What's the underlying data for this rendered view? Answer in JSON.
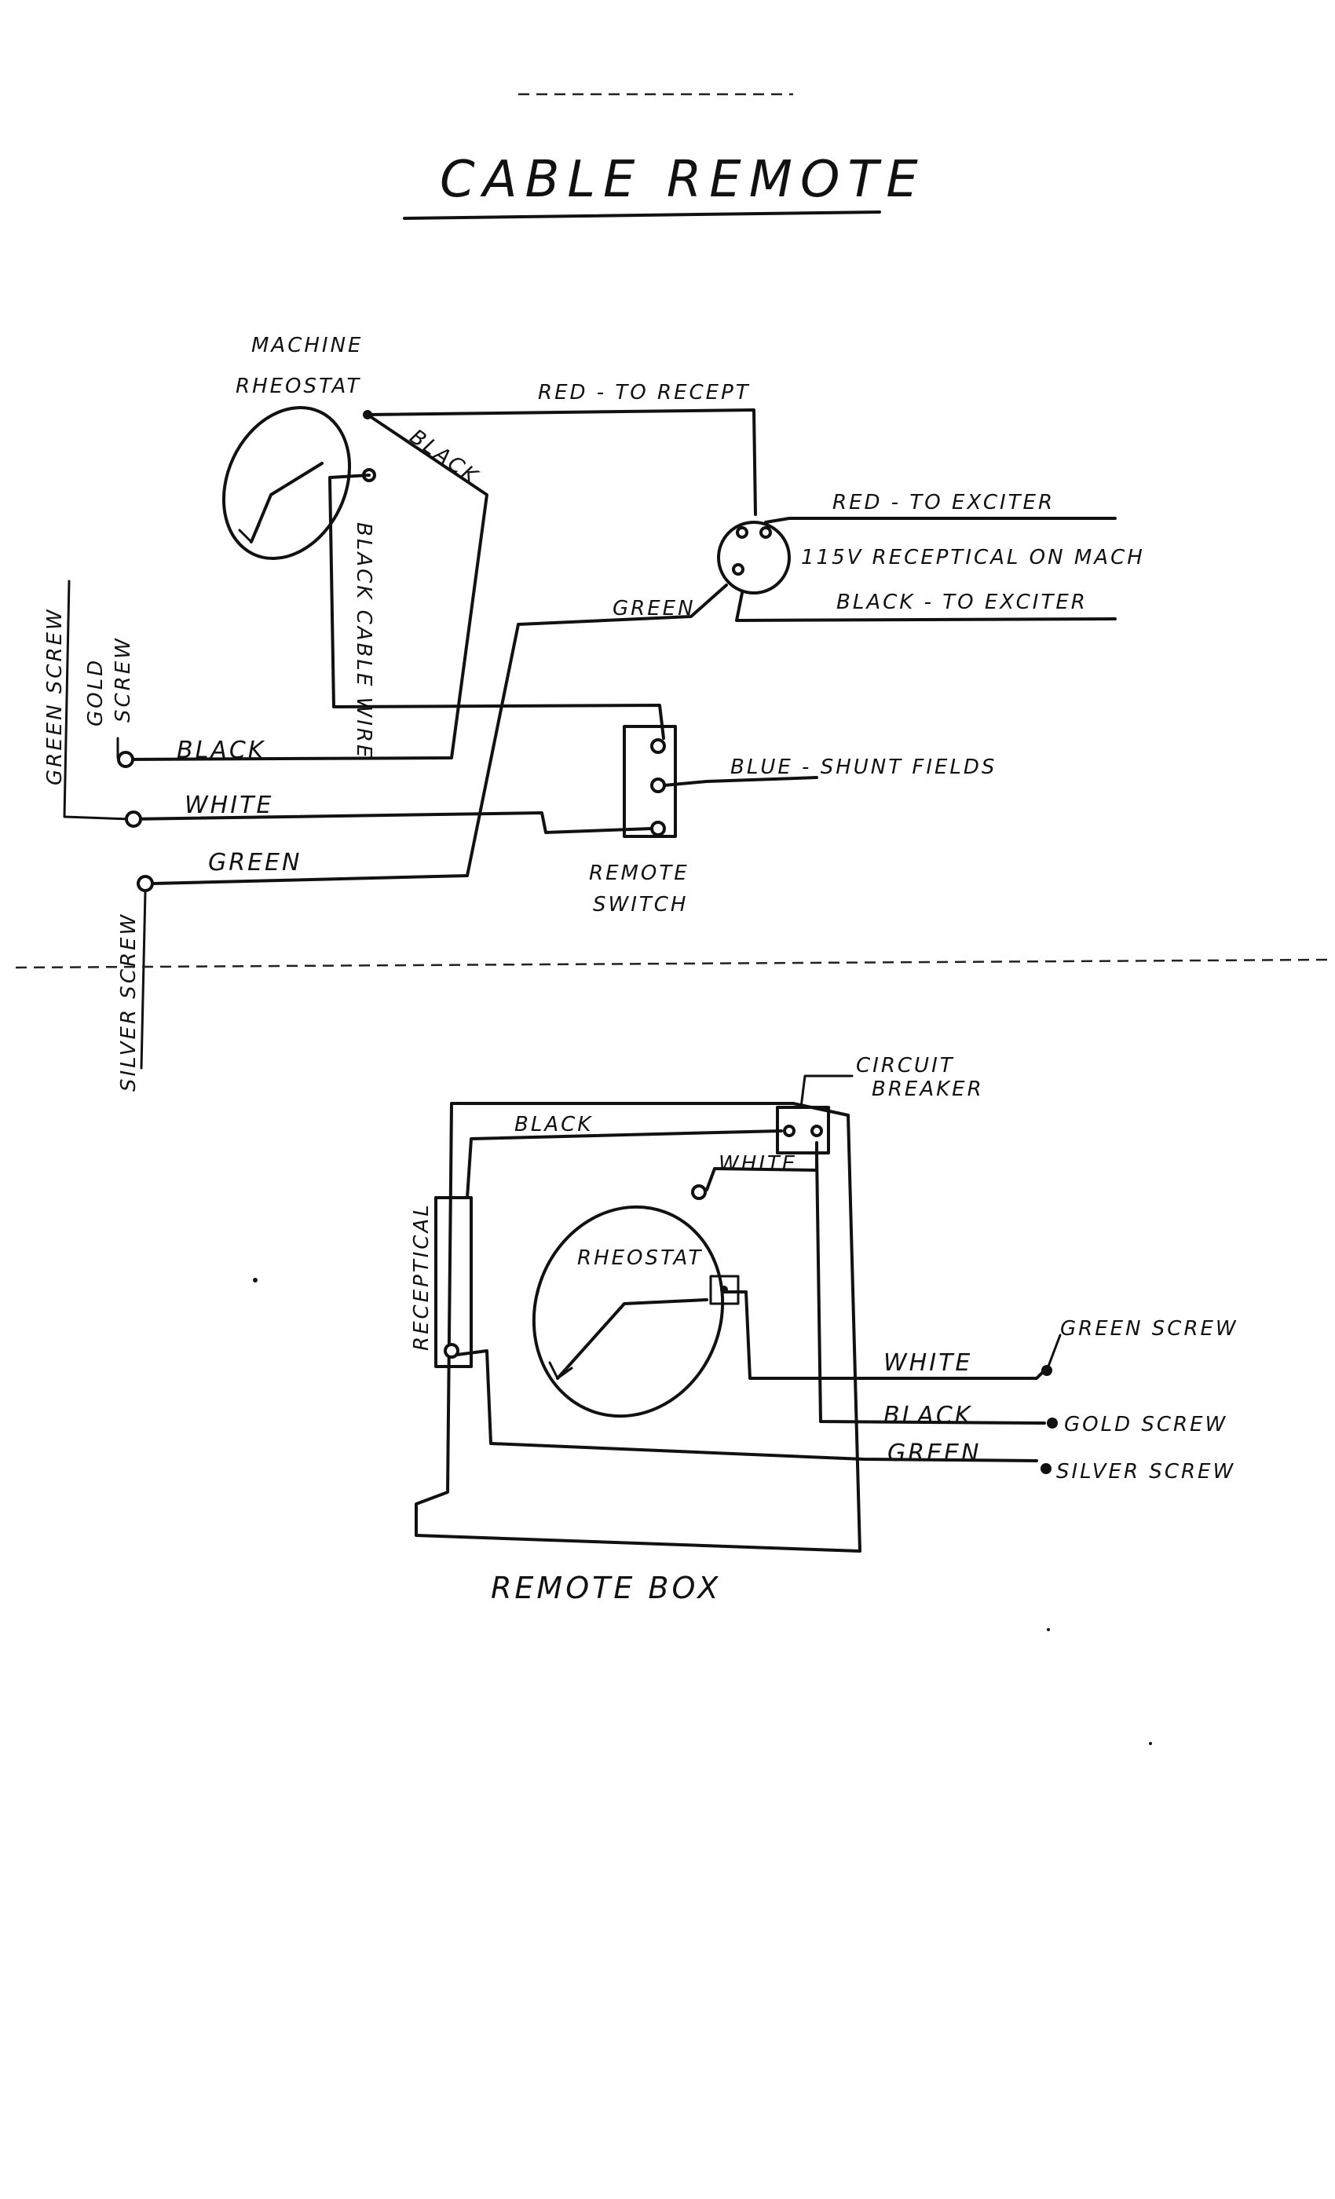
{
  "title": "CABLE REMOTE",
  "top_section": {
    "labels": {
      "machine_rheostat": [
        "MACHINE",
        "RHEOSTAT"
      ],
      "red_to_recept": "RED - TO RECEPT",
      "black_top": "BLACK",
      "black_cable_wire": "BLACK CABLE WIRE",
      "red_to_exciter": "RED - TO EXCITER",
      "receptical_115v": "115V RECEPTICAL ON MACH",
      "green_top": "GREEN",
      "black_to_exciter": "BLACK - TO EXCITER",
      "blue_shunt_fields": "BLUE - SHUNT FIELDS",
      "green_screw": "GREEN SCREW",
      "gold_screw": [
        "GOLD",
        "SCREW"
      ],
      "black_left": "BLACK",
      "white_left": "WHITE",
      "green_left": "GREEN",
      "remote_switch": [
        "REMOTE",
        "SWITCH"
      ],
      "silver_screw": "SILVER SCREW"
    }
  },
  "bottom_section": {
    "labels": {
      "circuit_breaker": [
        "CIRCUIT",
        "BREAKER"
      ],
      "black": "BLACK",
      "white": "WHITE",
      "receptical": "RECEPTICAL",
      "rheostat": "RHEOSTAT",
      "white_out": "WHITE",
      "black_out": "BLACK",
      "green_out": "GREEN",
      "green_screw": "GREEN SCREW",
      "gold_screw": "GOLD SCREW",
      "silver_screw": "SILVER SCREW",
      "remote_box": "REMOTE BOX"
    }
  }
}
